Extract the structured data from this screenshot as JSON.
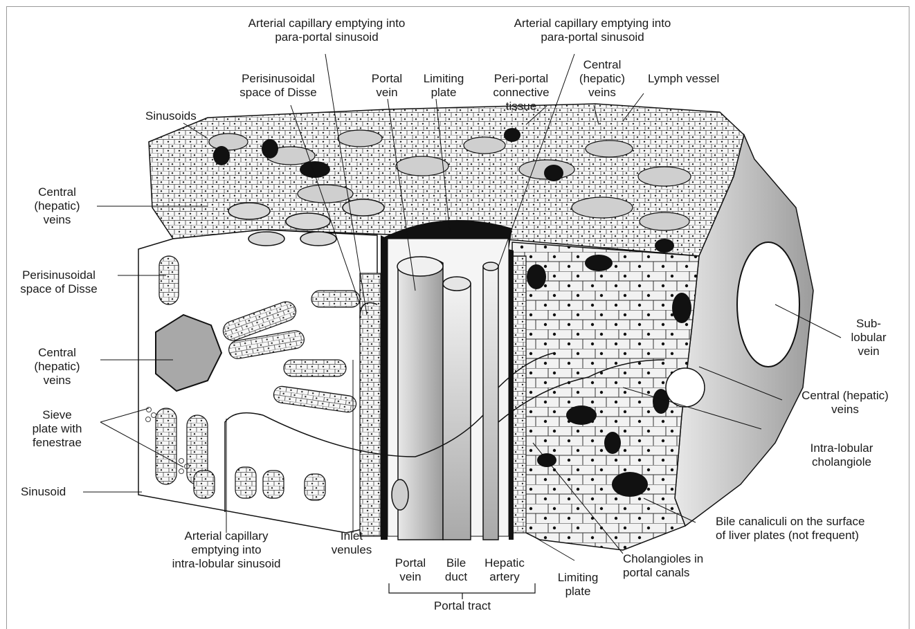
{
  "labels": {
    "art_cap_para_1": "Arterial capillary emptying into\npara-portal sinusoid",
    "art_cap_para_2": "Arterial capillary emptying into\npara-portal sinusoid",
    "perisinusoidal_top": "Perisinusoidal\nspace of Disse",
    "portal_vein_top": "Portal\nvein",
    "limiting_plate_top": "Limiting\nplate",
    "periportal_ct": "Peri-portal\nconnective\ntissue",
    "central_veins_top": "Central\n(hepatic)\nveins",
    "lymph_vessel": "Lymph vessel",
    "sinusoids": "Sinusoids",
    "central_veins_left1": "Central\n(hepatic)\nveins",
    "perisinusoidal_left": "Perisinusoidal\nspace of Disse",
    "central_veins_left2": "Central\n(hepatic)\nveins",
    "sieve_plate": "Sieve\nplate with\nfenestrae",
    "sinusoid": "Sinusoid",
    "art_cap_intra": "Arterial capillary\nemptying into\nintra-lobular sinusoid",
    "inlet_venules": "Inlet\nvenules",
    "portal_vein_bottom": "Portal\nvein",
    "bile_duct": "Bile\nduct",
    "hepatic_artery": "Hepatic\nartery",
    "portal_tract": "Portal tract",
    "limiting_plate_bottom": "Limiting\nplate",
    "cholangioles": "Cholangioles in\nportal canals",
    "bile_canaliculi": "Bile canaliculi on the surface\nof liver plates (not frequent)",
    "intralobular_cholangiole": "Intra-lobular\ncholangiole",
    "central_veins_right": "Central (hepatic)\nveins",
    "sublobular_vein": "Sub-\nlobular\nvein"
  },
  "colors": {
    "ink": "#1a1a1a",
    "tissue_light": "#f4f4f4",
    "tissue_mid": "#bdbdbd",
    "tissue_dark": "#7a7a7a",
    "lumen_black": "#111111"
  }
}
